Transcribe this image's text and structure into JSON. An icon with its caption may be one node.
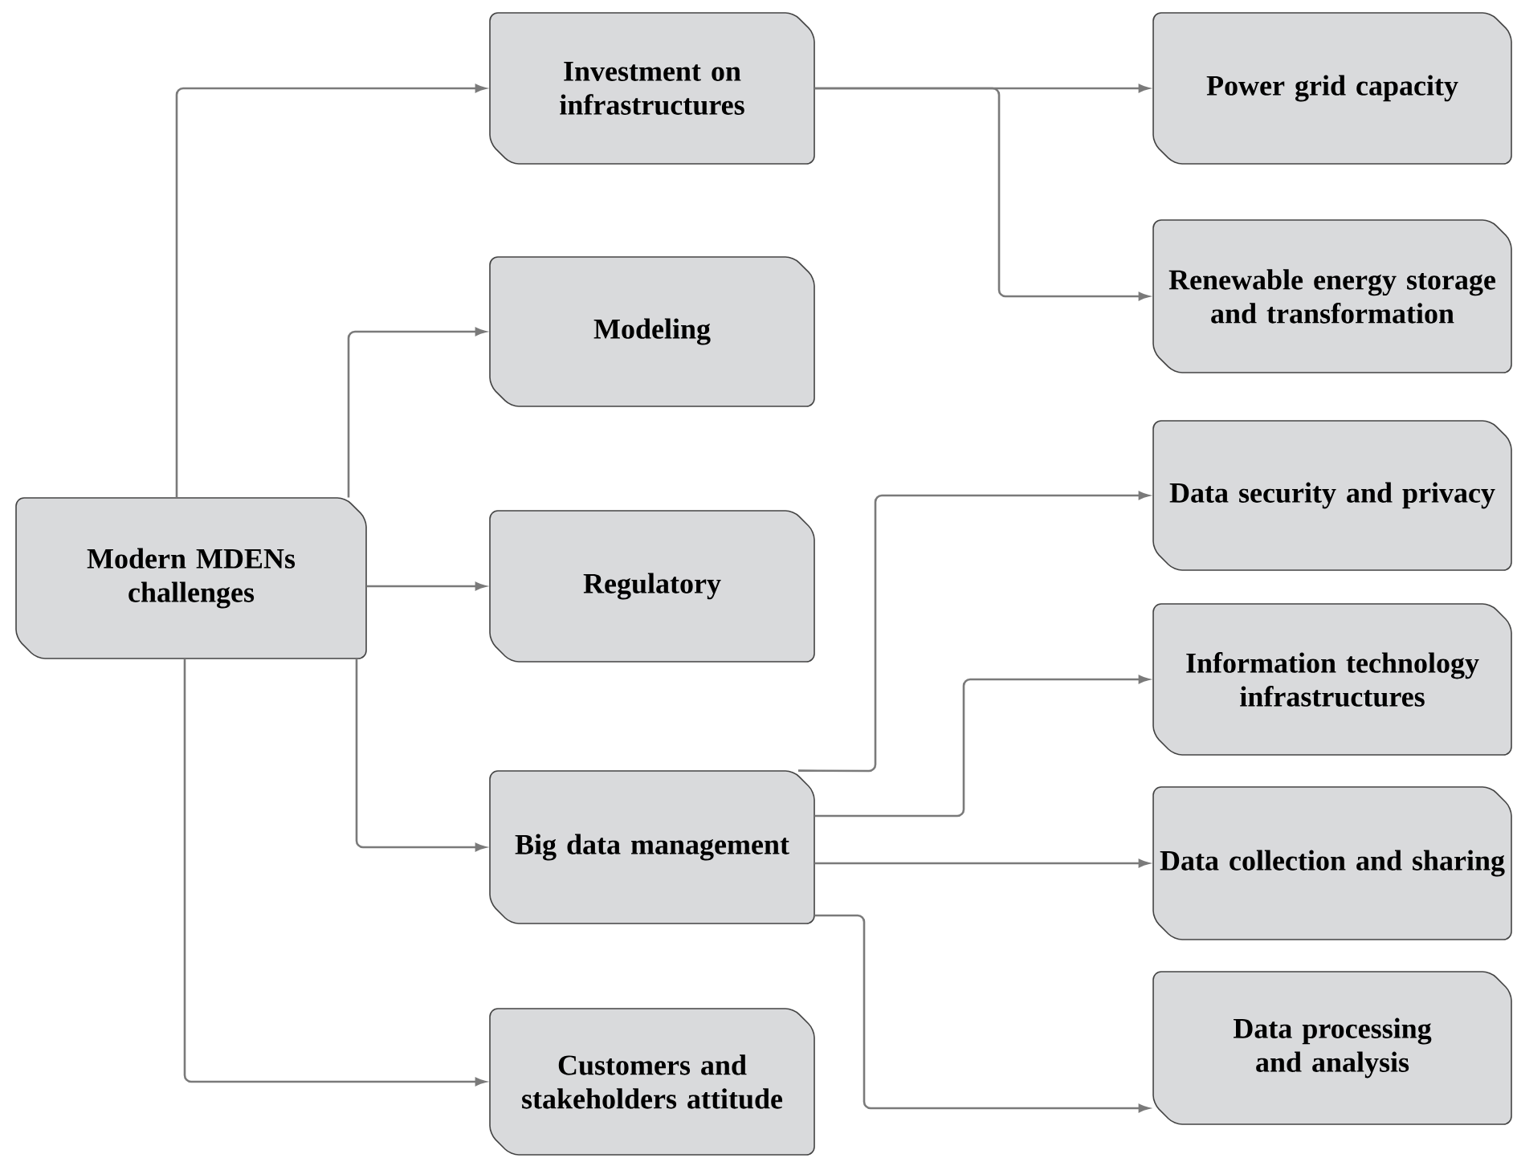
{
  "diagram": {
    "nodes": [
      {
        "text": [
          "Modern MDENs challenges"
        ]
      },
      {
        "text": [
          "Investment on infrastructures"
        ]
      },
      {
        "text": [
          "Modeling"
        ]
      },
      {
        "text": [
          "Regulatory"
        ]
      },
      {
        "text": [
          "Big data management"
        ]
      },
      {
        "text": [
          "Customers and stakeholders attitude"
        ]
      },
      {
        "text": [
          "Power grid capacity"
        ]
      },
      {
        "text": [
          "Renewable energy storage and transformation"
        ]
      },
      {
        "text": [
          "Data security and privacy"
        ]
      },
      {
        "text": [
          "Information technology infrastructures"
        ]
      },
      {
        "text": [
          "Data collection and sharing"
        ]
      },
      {
        "text": [
          "Data processing and analysis"
        ]
      }
    ],
    "edges": [
      {
        "from": 0,
        "to": 1,
        "arrow": "to"
      },
      {
        "from": 0,
        "to": 2,
        "arrow": "to"
      },
      {
        "from": 0,
        "to": 3,
        "arrow": "to"
      },
      {
        "from": 0,
        "to": 4,
        "arrow": "to"
      },
      {
        "from": 0,
        "to": 5,
        "arrow": "to"
      },
      {
        "from": 1,
        "to": 6,
        "arrow": "to"
      },
      {
        "from": 1,
        "to": 7,
        "arrow": "to"
      },
      {
        "from": 4,
        "to": 8,
        "arrow": "to"
      },
      {
        "from": 4,
        "to": 9,
        "arrow": "to"
      },
      {
        "from": 4,
        "to": 10,
        "arrow": "to"
      },
      {
        "from": 4,
        "to": 11,
        "arrow": "to"
      }
    ]
  }
}
